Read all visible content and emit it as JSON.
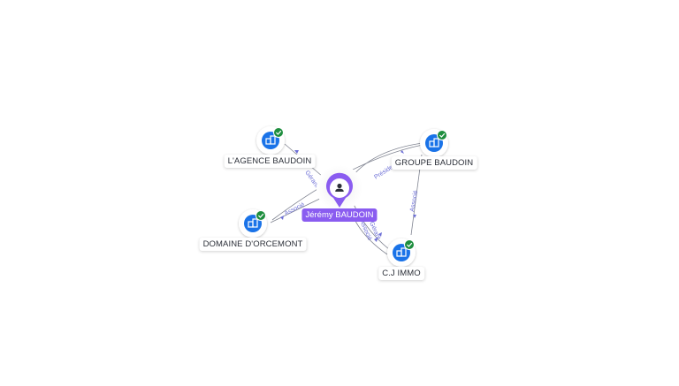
{
  "graph": {
    "center": {
      "name": "Jérémy BAUDOIN",
      "icon": "person-icon"
    },
    "companies": [
      {
        "id": "agence",
        "name": "L'AGENCE BAUDOIN",
        "icon": "building-icon",
        "badge": "check-badge-icon"
      },
      {
        "id": "groupe",
        "name": "GROUPE BAUDOIN",
        "icon": "building-icon",
        "badge": "check-badge-icon"
      },
      {
        "id": "domaine",
        "name": "DOMAINE D'ORCEMONT",
        "icon": "building-icon",
        "badge": "check-badge-icon"
      },
      {
        "id": "cj",
        "name": "C.J IMMO",
        "icon": "building-icon",
        "badge": "check-badge-icon"
      }
    ],
    "edges": [
      {
        "from": "center",
        "to": "agence",
        "label": "Gérant"
      },
      {
        "from": "center",
        "to": "groupe",
        "label": "Président"
      },
      {
        "from": "center",
        "to": "domaine",
        "label": "Associé"
      },
      {
        "from": "center",
        "to": "cj",
        "label": "Gérant"
      },
      {
        "from": "center",
        "to": "cj",
        "label": "Associé"
      },
      {
        "from": "groupe",
        "to": "cj",
        "label": "Associé"
      },
      {
        "from": "groupe",
        "to": "domaine",
        "label": ""
      }
    ]
  },
  "colors": {
    "person": "#8a5cf0",
    "company": "#1a73e8",
    "badge": "#1e8e3e",
    "edge_label": "#6d6fd6",
    "edge_line": "#7f8390"
  }
}
